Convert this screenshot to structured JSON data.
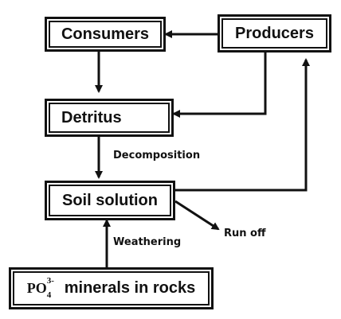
{
  "diagram": {
    "nodes": {
      "consumers": "Consumers",
      "producers": "Producers",
      "detritus": "Detritus",
      "soil_solution": "Soil solution",
      "rocks_formula_base": "PO",
      "rocks_formula_sup": "3-",
      "rocks_formula_sub": "4",
      "rocks_text": "minerals in rocks"
    },
    "edge_labels": {
      "decomposition": "Decomposition",
      "weathering": "Weathering",
      "run_off": "Run off"
    }
  }
}
